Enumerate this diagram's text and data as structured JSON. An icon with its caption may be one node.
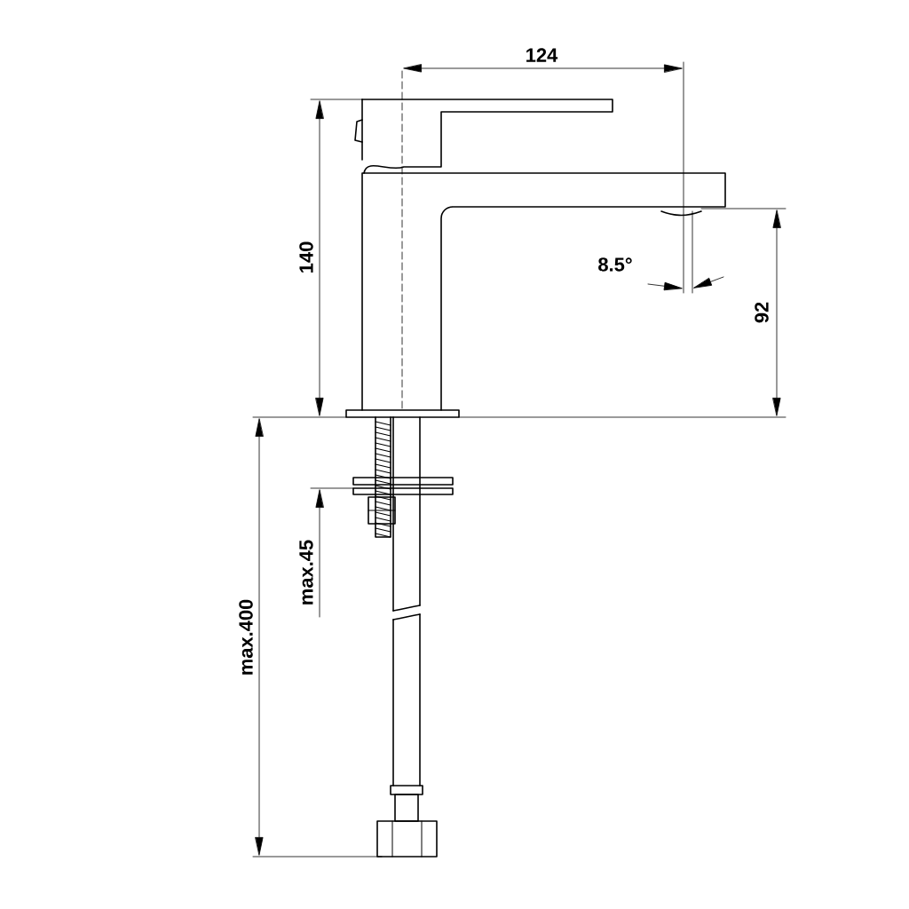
{
  "diagram": {
    "labels": [
      "124",
      "140",
      "8.5°",
      "92",
      "max.45",
      "max.400"
    ]
  }
}
